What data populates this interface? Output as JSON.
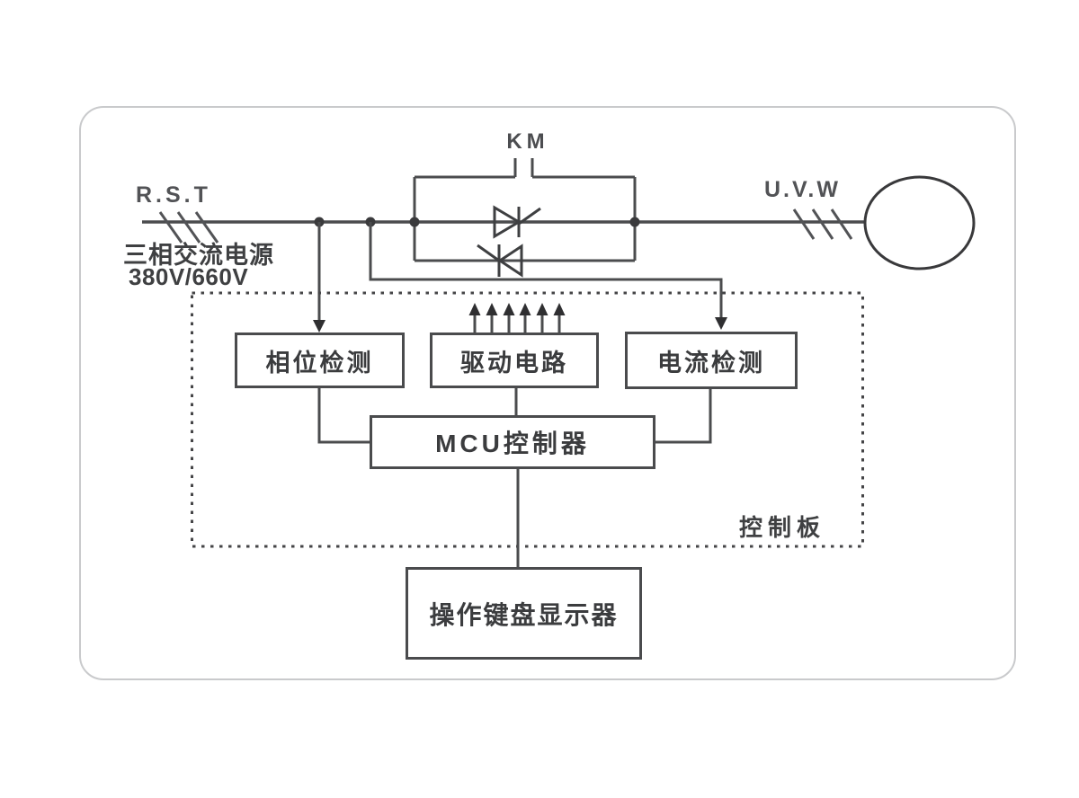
{
  "diagram": {
    "km_label": "KM",
    "input_phases": "R.S.T",
    "source_line1": "三相交流电源",
    "source_line2": "380V/660V",
    "output_phases": "U.V.W",
    "board_label": "控制板",
    "blocks": {
      "phase_detect": "相位检测",
      "drive_circuit": "驱动电路",
      "current_detect": "电流检测",
      "mcu": "MCU控制器",
      "keypad_display": "操作键盘显示器"
    },
    "symbols": {
      "bypass_contactor": "km-contact-icon",
      "thyristors": "antiparallel-scr-pair-icon",
      "motor": "motor-circle-icon"
    },
    "colors": {
      "wire_stroke": "#4b4c4e",
      "text": "#3f4042",
      "card_border": "#c9cacc",
      "arrow_fill": "#2f2f31"
    }
  }
}
